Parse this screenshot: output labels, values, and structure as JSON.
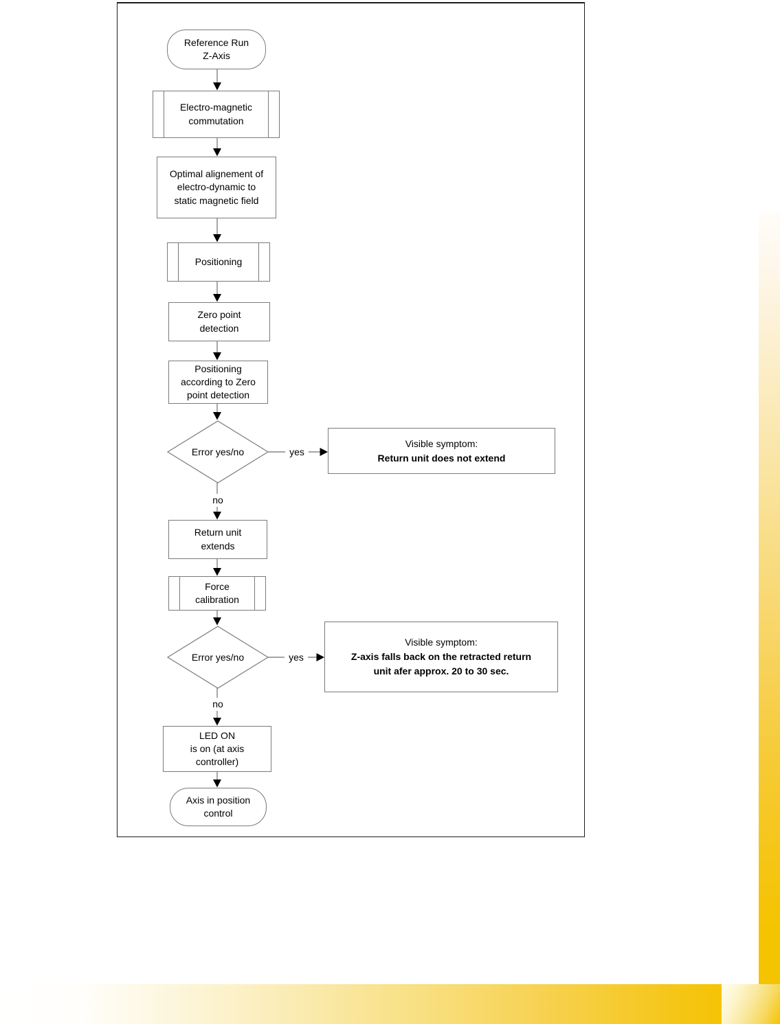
{
  "colors": {
    "accent_gold": "#F5C400",
    "shape_border_gray": "#7a7a7a",
    "frame_border": "#1c1c1c"
  },
  "flowchart": {
    "nodes": {
      "start": {
        "label": "Reference Run\nZ-Axis"
      },
      "electro": {
        "label": "Electro-magnetic\ncommutation"
      },
      "optimal": {
        "label": "Optimal alignement of\nelectro-dynamic to\nstatic magnetic field"
      },
      "positioning": {
        "label": "Positioning"
      },
      "zero_point": {
        "label": "Zero point\ndetection"
      },
      "positioning_zero": {
        "label": "Positioning\naccording to Zero\npoint detection"
      },
      "error1": {
        "label": "Error yes/no"
      },
      "symptom1": {
        "title": "Visible symptom:",
        "body": "Return unit does not extend"
      },
      "return_unit": {
        "label": "Return unit\nextends"
      },
      "force": {
        "label": "Force\ncalibration"
      },
      "error2": {
        "label": "Error yes/no"
      },
      "symptom2": {
        "title": "Visible symptom:",
        "body": "Z-axis falls back on the retracted return\nunit afer approx. 20 to 30 sec."
      },
      "led": {
        "label": "LED ON\nis on (at axis\ncontroller)"
      },
      "end": {
        "label": "Axis in position\ncontrol"
      }
    },
    "edges": {
      "yes1": "yes",
      "no1": "no",
      "yes2": "yes",
      "no2": "no"
    }
  }
}
